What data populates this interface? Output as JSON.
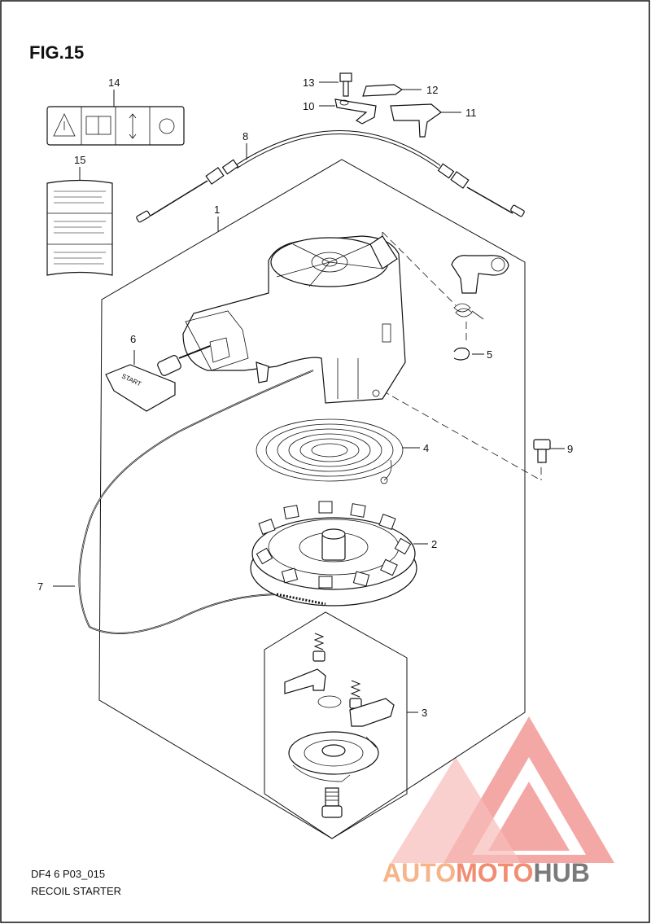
{
  "figure": {
    "title": "FIG.15",
    "model_code": "DF4 6 P03_015",
    "section_name": "RECOIL STARTER"
  },
  "callouts": [
    "1",
    "2",
    "3",
    "4",
    "5",
    "6",
    "7",
    "8",
    "9",
    "10",
    "11",
    "12",
    "13",
    "14",
    "15"
  ],
  "watermark": {
    "prefix": "AUTO",
    "middle": "MOTO",
    "suffix": "HUB",
    "colors": {
      "prefix": "#f6b48a",
      "middle": "#f08d72",
      "suffix": "#7a7a7a",
      "triangle": "#f08080"
    }
  },
  "decal_text": {
    "start_handle": "START"
  },
  "colors": {
    "line": "#111111",
    "background": "#ffffff"
  }
}
